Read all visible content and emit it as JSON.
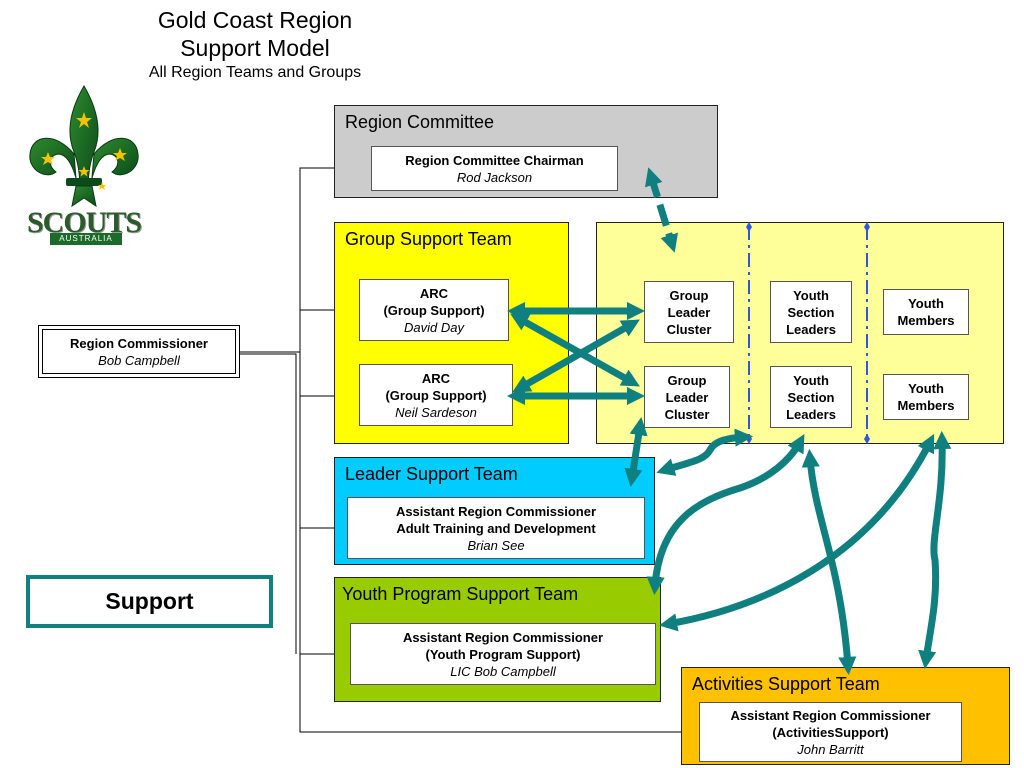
{
  "title": {
    "line1": "Gold Coast Region",
    "line2": "Support Model",
    "subtitle": "All Region Teams and Groups"
  },
  "logo": {
    "text": "SCOUTS",
    "subtext": "AUSTRALIA"
  },
  "region_commissioner": {
    "role": "Region Commissioner",
    "name": "Bob Campbell"
  },
  "support_label": "Support",
  "region_committee": {
    "title": "Region Committee",
    "box": {
      "role": "Region Committee Chairman",
      "name": "Rod Jackson"
    }
  },
  "group_support_team": {
    "title": "Group Support Team",
    "boxes": [
      {
        "line1": "ARC",
        "line2": "(Group Support)",
        "name": "David Day"
      },
      {
        "line1": "ARC",
        "line2": "(Group Support)",
        "name": "Neil Sardeson"
      }
    ]
  },
  "groups_area": {
    "rows": [
      {
        "cluster": [
          "Group",
          "Leader",
          "Cluster"
        ],
        "section": [
          "Youth",
          "Section",
          "Leaders"
        ],
        "members": [
          "Youth",
          "Members"
        ]
      },
      {
        "cluster": [
          "Group",
          "Leader",
          "Cluster"
        ],
        "section": [
          "Youth",
          "Section",
          "Leaders"
        ],
        "members": [
          "Youth",
          "Members"
        ]
      }
    ]
  },
  "leader_support_team": {
    "title": "Leader Support Team",
    "box": {
      "line1": "Assistant Region Commissioner",
      "line2": "Adult Training and Development",
      "name": "Brian See"
    }
  },
  "youth_program_support_team": {
    "title": "Youth Program Support Team",
    "box": {
      "line1": "Assistant Region Commissioner",
      "line2": "(Youth Program Support)",
      "name": "LIC Bob Campbell"
    }
  },
  "activities_support_team": {
    "title": "Activities Support Team",
    "box": {
      "line1": "Assistant Region Commissioner",
      "line2": "(ActivitiesSupport)",
      "name": "John Barritt"
    }
  },
  "colors": {
    "arrow": "#0f7f7f",
    "dashed_line": "#3355dd",
    "region_committee_bg": "#cccccc",
    "group_support_bg": "#ffff00",
    "groups_area_bg": "#ffff99",
    "leader_support_bg": "#00ccff",
    "youth_program_bg": "#99cc00",
    "activities_bg": "#ffc000",
    "support_border": "#138080"
  }
}
